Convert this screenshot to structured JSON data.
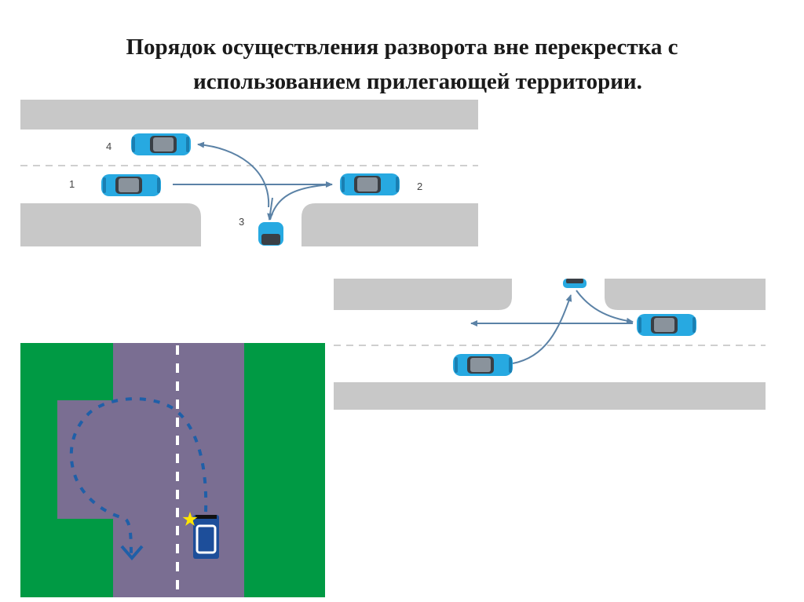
{
  "slide": {
    "title_line1": "Порядок осуществления разворота вне перекрестка с",
    "title_line2": "использованием прилегающей территории."
  },
  "diagram1": {
    "car_labels": [
      "1",
      "2",
      "3",
      "4"
    ]
  },
  "colors": {
    "road_edge": "#c8c8c8",
    "car_body": "#27a9e1",
    "arrow": "#5b82a6",
    "grass": "#009a44",
    "asphalt": "#7a6e92",
    "path_dots": "#1f5fa8",
    "car_dark_blue": "#1d4e9a",
    "star": "#ffe600"
  }
}
